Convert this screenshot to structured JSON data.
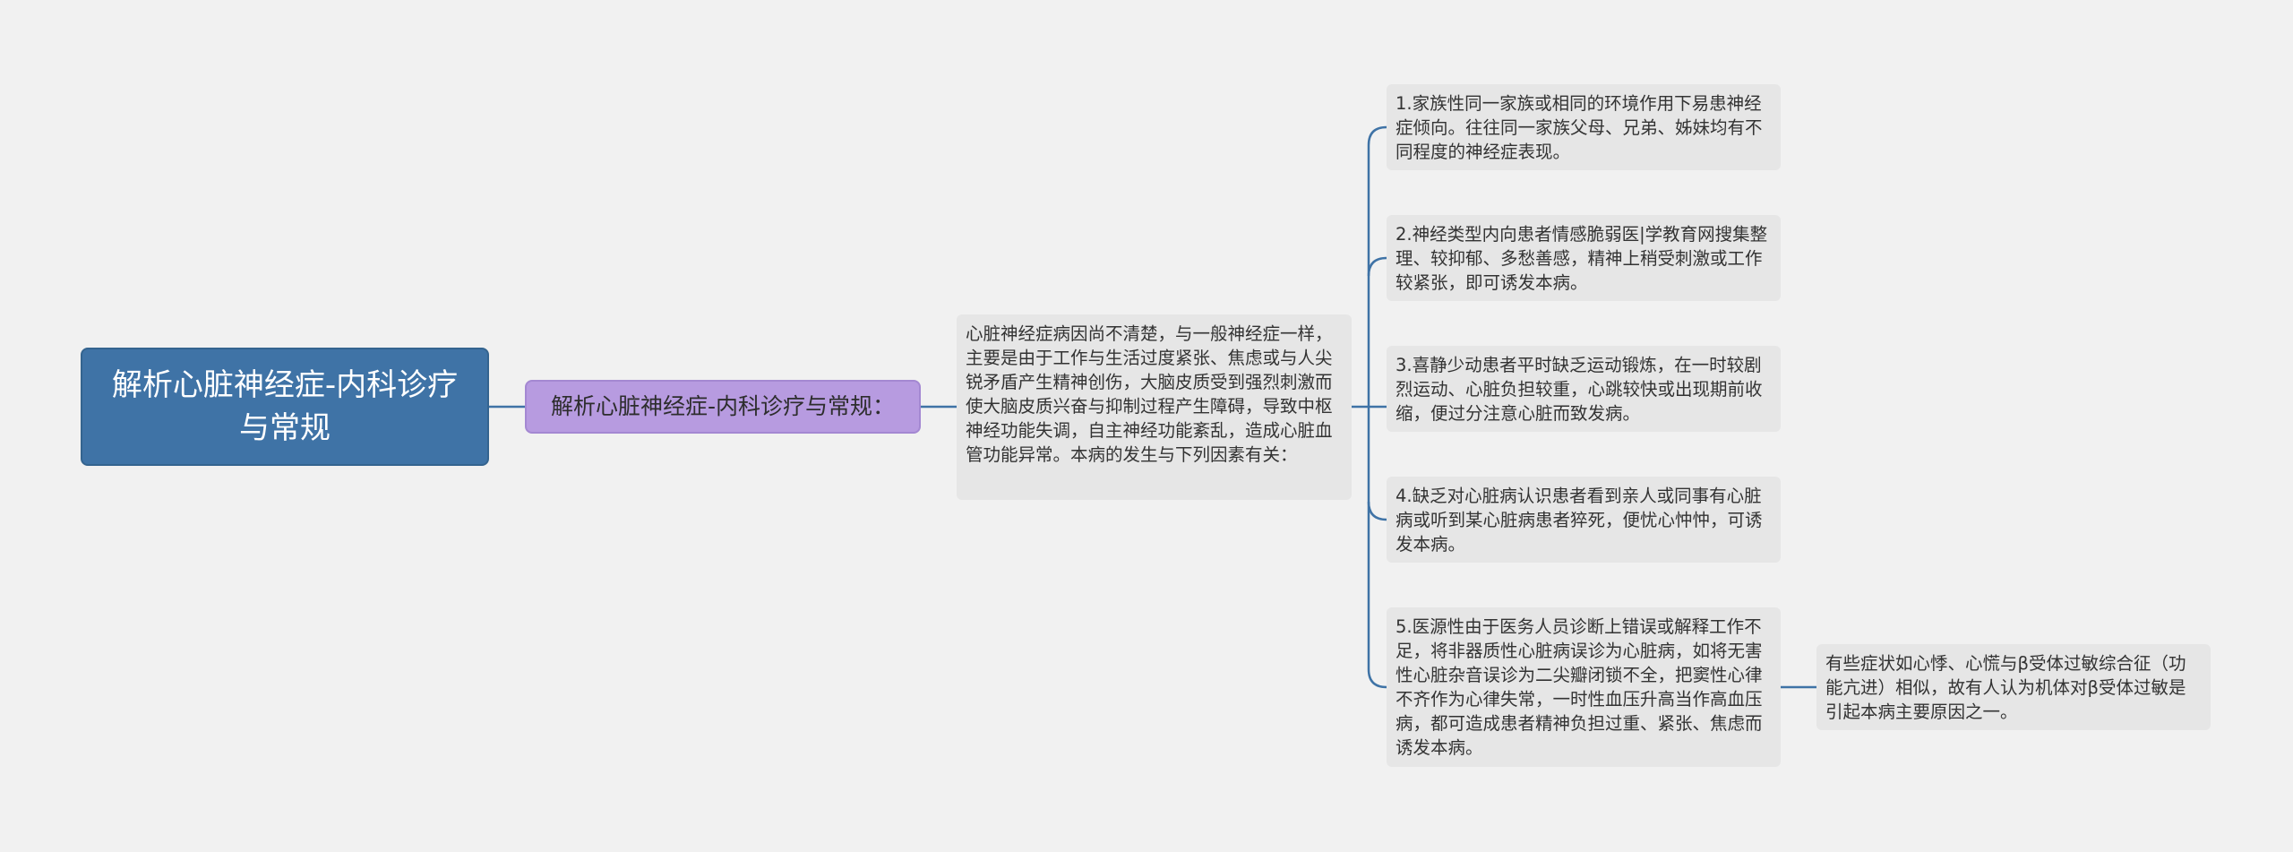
{
  "mindmap": {
    "colors": {
      "root": "#3f73a6",
      "subtopic": "#b79be0",
      "leaf": "#e6e6e6",
      "connector": "#3f73a6",
      "background": "#f1f1f1"
    },
    "root": {
      "label": "解析心脏神经症-内科诊疗与常规"
    },
    "subtopic": {
      "label": "解析心脏神经症-内科诊疗与常规："
    },
    "description": {
      "text": "心脏神经症病因尚不清楚，与一般神经症一样，主要是由于工作与生活过度紧张、焦虑或与人尖锐矛盾产生精神创伤，大脑皮质受到强烈刺激而使大脑皮质兴奋与抑制过程产生障碍，导致中枢神经功能失调，自主神经功能紊乱，造成心脏血管功能异常。本病的发生与下列因素有关："
    },
    "causes": [
      {
        "text": "1.家族性同一家族或相同的环境作用下易患神经症倾向。往往同一家族父母、兄弟、姊妹均有不同程度的神经症表现。"
      },
      {
        "text": "2.神经类型内向患者情感脆弱医|学教育网搜集整理、较抑郁、多愁善感，精神上稍受刺激或工作较紧张，即可诱发本病。"
      },
      {
        "text": "3.喜静少动患者平时缺乏运动锻炼，在一时较剧烈运动、心脏负担较重，心跳较快或出现期前收缩，便过分注意心脏而致发病。"
      },
      {
        "text": "4.缺乏对心脏病认识患者看到亲人或同事有心脏病或听到某心脏病患者猝死，便忧心忡忡，可诱发本病。"
      },
      {
        "text": "5.医源性由于医务人员诊断上错误或解释工作不足，将非器质性心脏病误诊为心脏病，如将无害性心脏杂音误诊为二尖瓣闭锁不全，把窦性心律不齐作为心律失常，一时性血压升高当作高血压病，都可造成患者精神负担过重、紧张、焦虑而诱发本病。"
      }
    ],
    "extra": {
      "text": "有些症状如心悸、心慌与β受体过敏综合征（功能亢进）相似，故有人认为机体对β受体过敏是引起本病主要原因之一。"
    }
  }
}
